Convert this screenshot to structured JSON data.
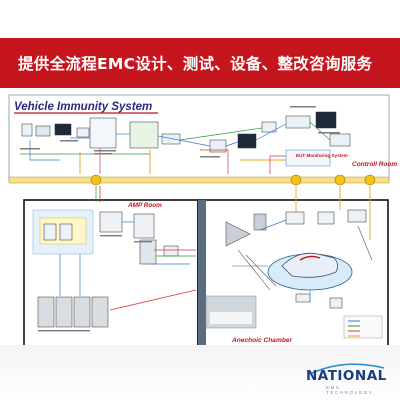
{
  "banner": {
    "title": "提供全流程EMC设计、测试、设备、整改咨询服务",
    "color": "#c4161c"
  },
  "diagram": {
    "title": "Vehicle Immunity System",
    "control_room_label": "Controll Room",
    "amp_room_label": "AMP Room",
    "eut_monitoring_label": "EUT Monitoring System",
    "anechoic_chamber_label": "Anechoic Chamber"
  },
  "logo": {
    "name": "NATIONAL",
    "tagline": "EMC  TECHNOLOGY"
  }
}
